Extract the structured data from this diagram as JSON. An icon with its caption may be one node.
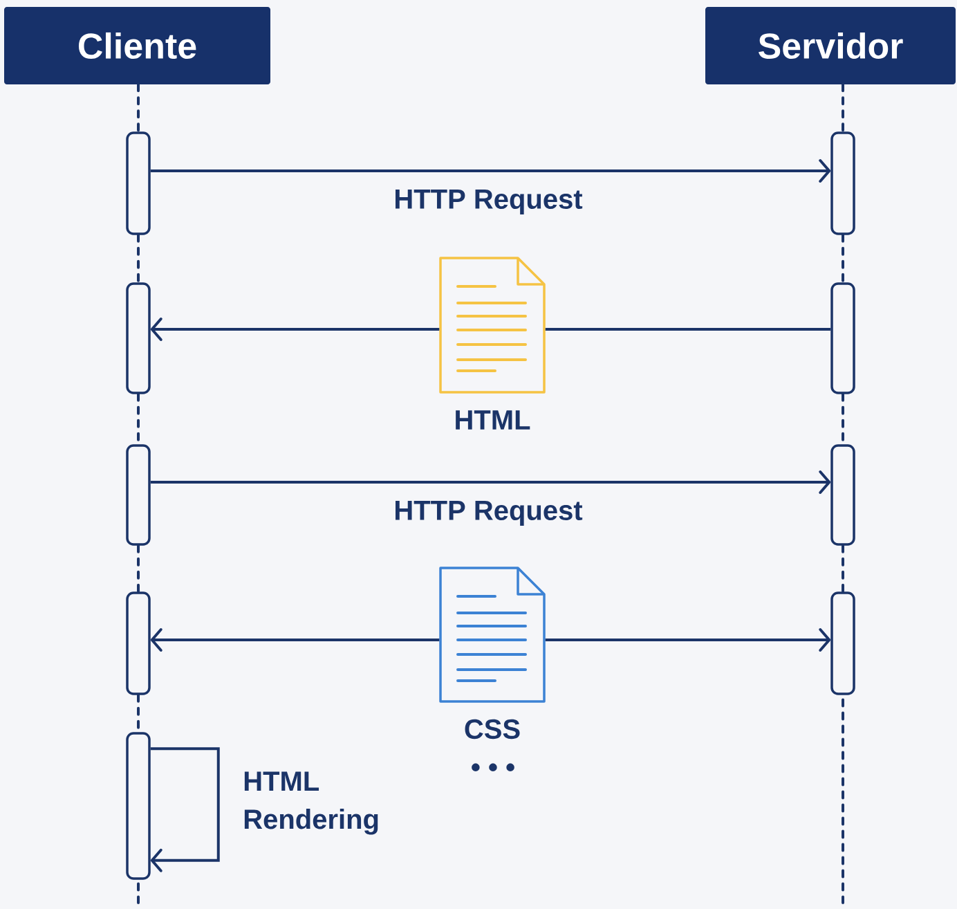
{
  "diagram": {
    "nodes": [
      {
        "text": [
          "Cliente"
        ]
      },
      {
        "text": [
          "Servidor"
        ]
      },
      {
        "text": [],
        "shape": "bar"
      },
      {
        "text": [],
        "shape": "bar"
      },
      {
        "text": [],
        "shape": "bar"
      },
      {
        "text": [],
        "shape": "picture",
        "beside": [
          "HTML"
        ]
      },
      {
        "text": [],
        "shape": "bar"
      },
      {
        "text": [],
        "shape": "bar"
      },
      {
        "text": [],
        "shape": "bar"
      },
      {
        "text": [],
        "shape": "bar"
      },
      {
        "text": [],
        "shape": "picture",
        "beside": [
          "CSS"
        ]
      },
      {
        "text": [],
        "shape": "bar"
      },
      {
        "text": [],
        "shape": "bar"
      }
    ],
    "edges": [
      {
        "from": 2,
        "to": 3,
        "arrow": "to",
        "label": "HTTP Request"
      },
      {
        "from": 6,
        "to": 5,
        "arrow": "none"
      },
      {
        "from": 5,
        "to": 4,
        "arrow": "to"
      },
      {
        "from": 7,
        "to": 8,
        "arrow": "to",
        "label": "HTTP Request"
      },
      {
        "from": 10,
        "to": 9,
        "arrow": "to"
      },
      {
        "from": 10,
        "to": 11,
        "arrow": "to"
      },
      {
        "from": 12,
        "to": 12,
        "arrow": "to",
        "label": "HTML Rendering"
      },
      {
        "from": 0,
        "to": 2,
        "arrow": "none",
        "style": "dashed"
      },
      {
        "from": 2,
        "to": 4,
        "arrow": "none",
        "style": "dashed"
      },
      {
        "from": 4,
        "to": 7,
        "arrow": "none",
        "style": "dashed"
      },
      {
        "from": 7,
        "to": 9,
        "arrow": "none",
        "style": "dashed"
      },
      {
        "from": 9,
        "to": 12,
        "arrow": "none",
        "style": "dashed"
      },
      {
        "from": 12,
        "to": null,
        "arrow": "none",
        "style": "dashed"
      },
      {
        "from": 1,
        "to": 3,
        "arrow": "none",
        "style": "dashed"
      },
      {
        "from": 3,
        "to": 6,
        "arrow": "none",
        "style": "dashed"
      },
      {
        "from": 6,
        "to": 8,
        "arrow": "none",
        "style": "dashed"
      },
      {
        "from": 8,
        "to": 11,
        "arrow": "none",
        "style": "dashed"
      },
      {
        "from": 11,
        "to": null,
        "arrow": "none",
        "style": "dashed"
      }
    ],
    "labels": [
      "• • •"
    ]
  }
}
